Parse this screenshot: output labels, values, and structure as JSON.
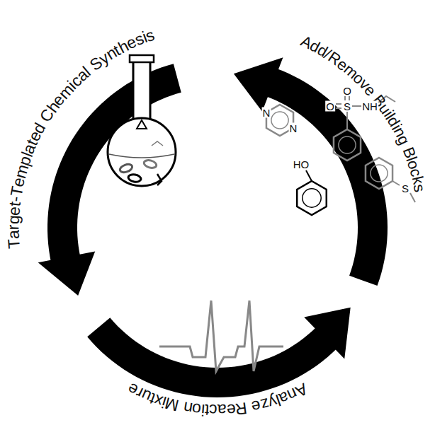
{
  "diagram": {
    "labels": [
      "Target-Templated Chemical Synthesis",
      "Add/Remove Building Blocks",
      "Analyze Reaction Mixture",
      "N",
      "N",
      "O",
      "O",
      "S",
      "NH",
      "HO",
      "S"
    ]
  }
}
